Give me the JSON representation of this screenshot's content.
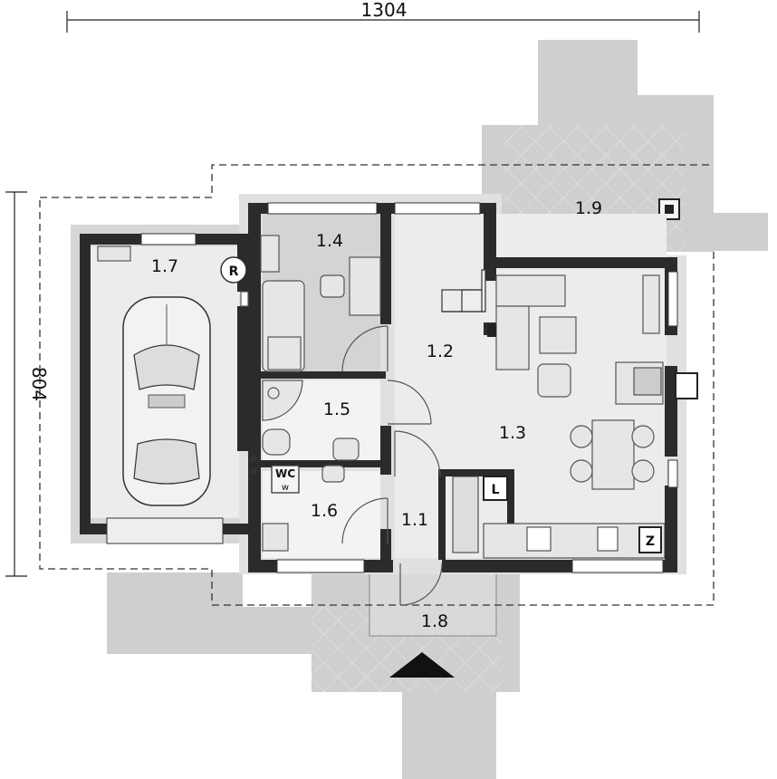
{
  "dimensions": {
    "width": "1304",
    "depth": "804"
  },
  "rooms": [
    {
      "id": "1.1",
      "label": "1.1"
    },
    {
      "id": "1.2",
      "label": "1.2"
    },
    {
      "id": "1.3",
      "label": "1.3"
    },
    {
      "id": "1.4",
      "label": "1.4"
    },
    {
      "id": "1.5",
      "label": "1.5"
    },
    {
      "id": "1.6",
      "label": "1.6"
    },
    {
      "id": "1.7",
      "label": "1.7"
    },
    {
      "id": "1.8",
      "label": "1.8"
    },
    {
      "id": "1.9",
      "label": "1.9"
    }
  ],
  "appliance_labels": {
    "wc": "WC",
    "washer": "w",
    "fridge": "L",
    "boiler": "R",
    "oven": "Z"
  },
  "colors": {
    "wall": "#2b2b2b",
    "floor": "#e2e2e2",
    "terrace": "#cfcfcf",
    "room_fill": "#ececec"
  }
}
